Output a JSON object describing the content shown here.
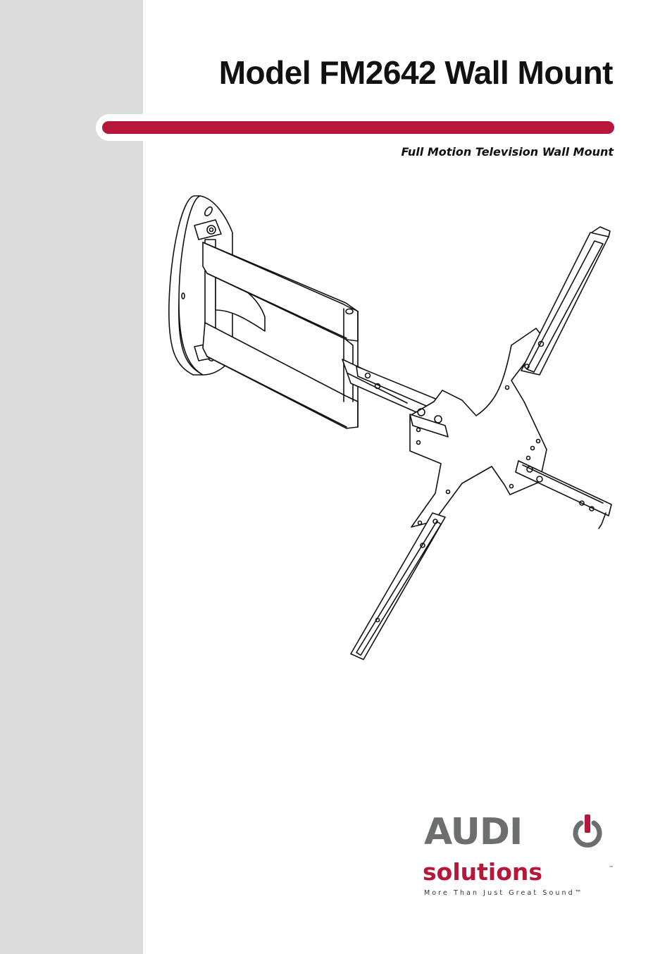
{
  "title": "Model FM2642 Wall Mount",
  "subtitle": "Full Motion Television Wall Mount",
  "brand": {
    "name": "AUDIO",
    "name_letters": "AUDI",
    "icon": "power-icon",
    "sub": "solutions",
    "trademark": "™",
    "tagline": "More Than Just Great Sound™"
  },
  "colors": {
    "accent": "#b5183a",
    "sidebar": "#dcdcdc",
    "logo_gray": "#6d6e70"
  },
  "illustration": "wall-mount-line-drawing"
}
